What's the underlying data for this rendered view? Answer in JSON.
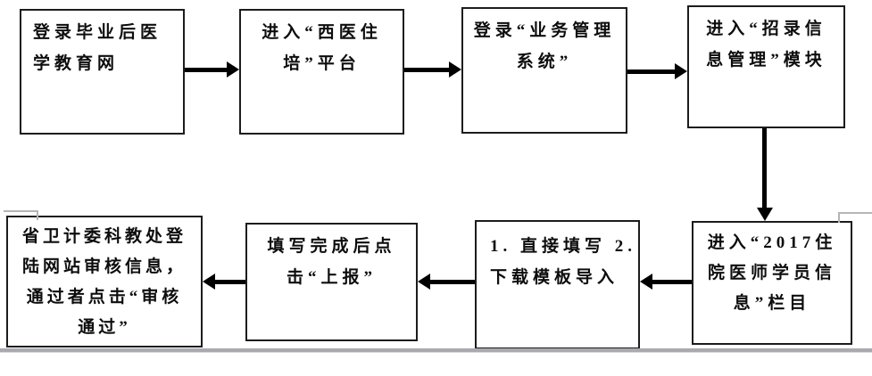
{
  "diagram": {
    "type": "flowchart",
    "colors": {
      "background": "#ffffff",
      "box_border": "#1c1c1c",
      "box_fill": "#ffffff",
      "text": "#0d0d0d",
      "arrow": "#000000",
      "artifact_gray": "#a9aaae"
    },
    "steps": [
      {
        "id": "step-1",
        "label": "登录毕业后医\n学教育网"
      },
      {
        "id": "step-2",
        "label": "进入“西医住\n培”平台"
      },
      {
        "id": "step-3",
        "label": "登录“业务管理\n系统”"
      },
      {
        "id": "step-4",
        "label": "进入“招录信\n息管理”模块"
      },
      {
        "id": "step-5",
        "label": "进入“2017住\n院医师学员信\n息”栏目"
      },
      {
        "id": "step-6",
        "label": "1. 直接填写 2.\n下载模板导入"
      },
      {
        "id": "step-7",
        "label": "填写完成后点\n击“上报”"
      },
      {
        "id": "step-8",
        "label": "省卫计委科教处登\n陆网站审核信息，\n通过者点击“审核\n通过”"
      }
    ],
    "connections": [
      {
        "from": "step-1",
        "to": "step-2",
        "direction": "right"
      },
      {
        "from": "step-2",
        "to": "step-3",
        "direction": "right"
      },
      {
        "from": "step-3",
        "to": "step-4",
        "direction": "right"
      },
      {
        "from": "step-4",
        "to": "step-5",
        "direction": "down"
      },
      {
        "from": "step-5",
        "to": "step-6",
        "direction": "left"
      },
      {
        "from": "step-6",
        "to": "step-7",
        "direction": "left"
      },
      {
        "from": "step-7",
        "to": "step-8",
        "direction": "left"
      }
    ]
  }
}
